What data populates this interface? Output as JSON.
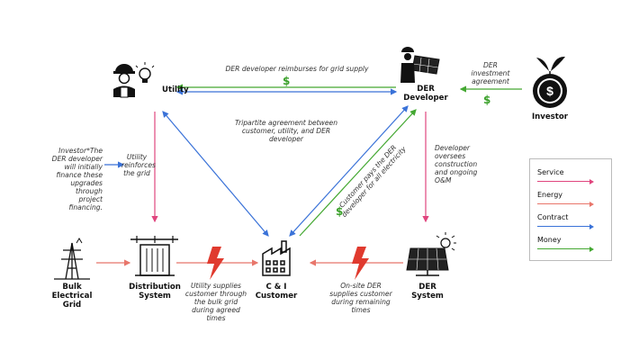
{
  "nodes": {
    "utility": "Utility",
    "der_developer": "DER\nDeveloper",
    "investor": "Investor",
    "bulk_grid": "Bulk\nElectrical\nGrid",
    "distribution": "Distribution\nSystem",
    "customer": "C & I\nCustomer",
    "der_system": "DER\nSystem"
  },
  "annotations": {
    "reimburse": "DER developer reimburses for grid supply",
    "investment": "DER\ninvestment\nagreement",
    "tripartite": "Tripartite agreement between\ncustomer, utility, and DER\ndeveloper",
    "investor_note": "Investor*The\nDER developer\nwill initially\nfinance these\nupgrades\nthrough\nproject\nfinancing.",
    "utility_reinforces": "Utility\nreinforces\nthe grid",
    "developer_oversees": "Developer\noversees\nconstruction\nand ongoing\nO&M",
    "customer_pays": "Customer pays the DER\ndeveloper for all electricity",
    "utility_supplies": "Utility supplies\ncustomer through\nthe bulk grid\nduring agreed\ntimes",
    "onsite_supplies": "On-site DER\nsupplies customer\nduring remaining\ntimes"
  },
  "currency_symbol": "$",
  "legend": {
    "items": [
      {
        "label": "Service",
        "color": "#e0457e"
      },
      {
        "label": "Energy",
        "color": "#e8766b"
      },
      {
        "label": "Contract",
        "color": "#3a72d8"
      },
      {
        "label": "Money",
        "color": "#44a832"
      }
    ]
  },
  "colors": {
    "service": "#e0457e",
    "energy": "#e8766b",
    "contract": "#3a72d8",
    "money": "#44a832",
    "lightning": "#e03a2e"
  },
  "icons": [
    "utility-worker-icon",
    "lightbulb-icon",
    "developer-solar-icon",
    "investor-coin-icon",
    "transmission-tower-icon",
    "transformer-icon",
    "factory-icon",
    "solar-panel-icon",
    "lightning-icon"
  ]
}
